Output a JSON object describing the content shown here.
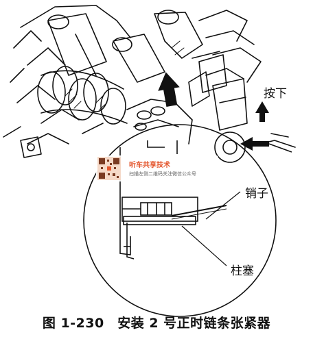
{
  "labels": {
    "press": "按下",
    "pin": "销子",
    "plunger": "柱塞"
  },
  "caption": "图 1-230　安装 2 号正时链条张紧器",
  "watermark": {
    "title": "听车共享技术",
    "subtitle": "扫描左侧二维码关注微信公众号",
    "accent_color": "#e4572e"
  }
}
